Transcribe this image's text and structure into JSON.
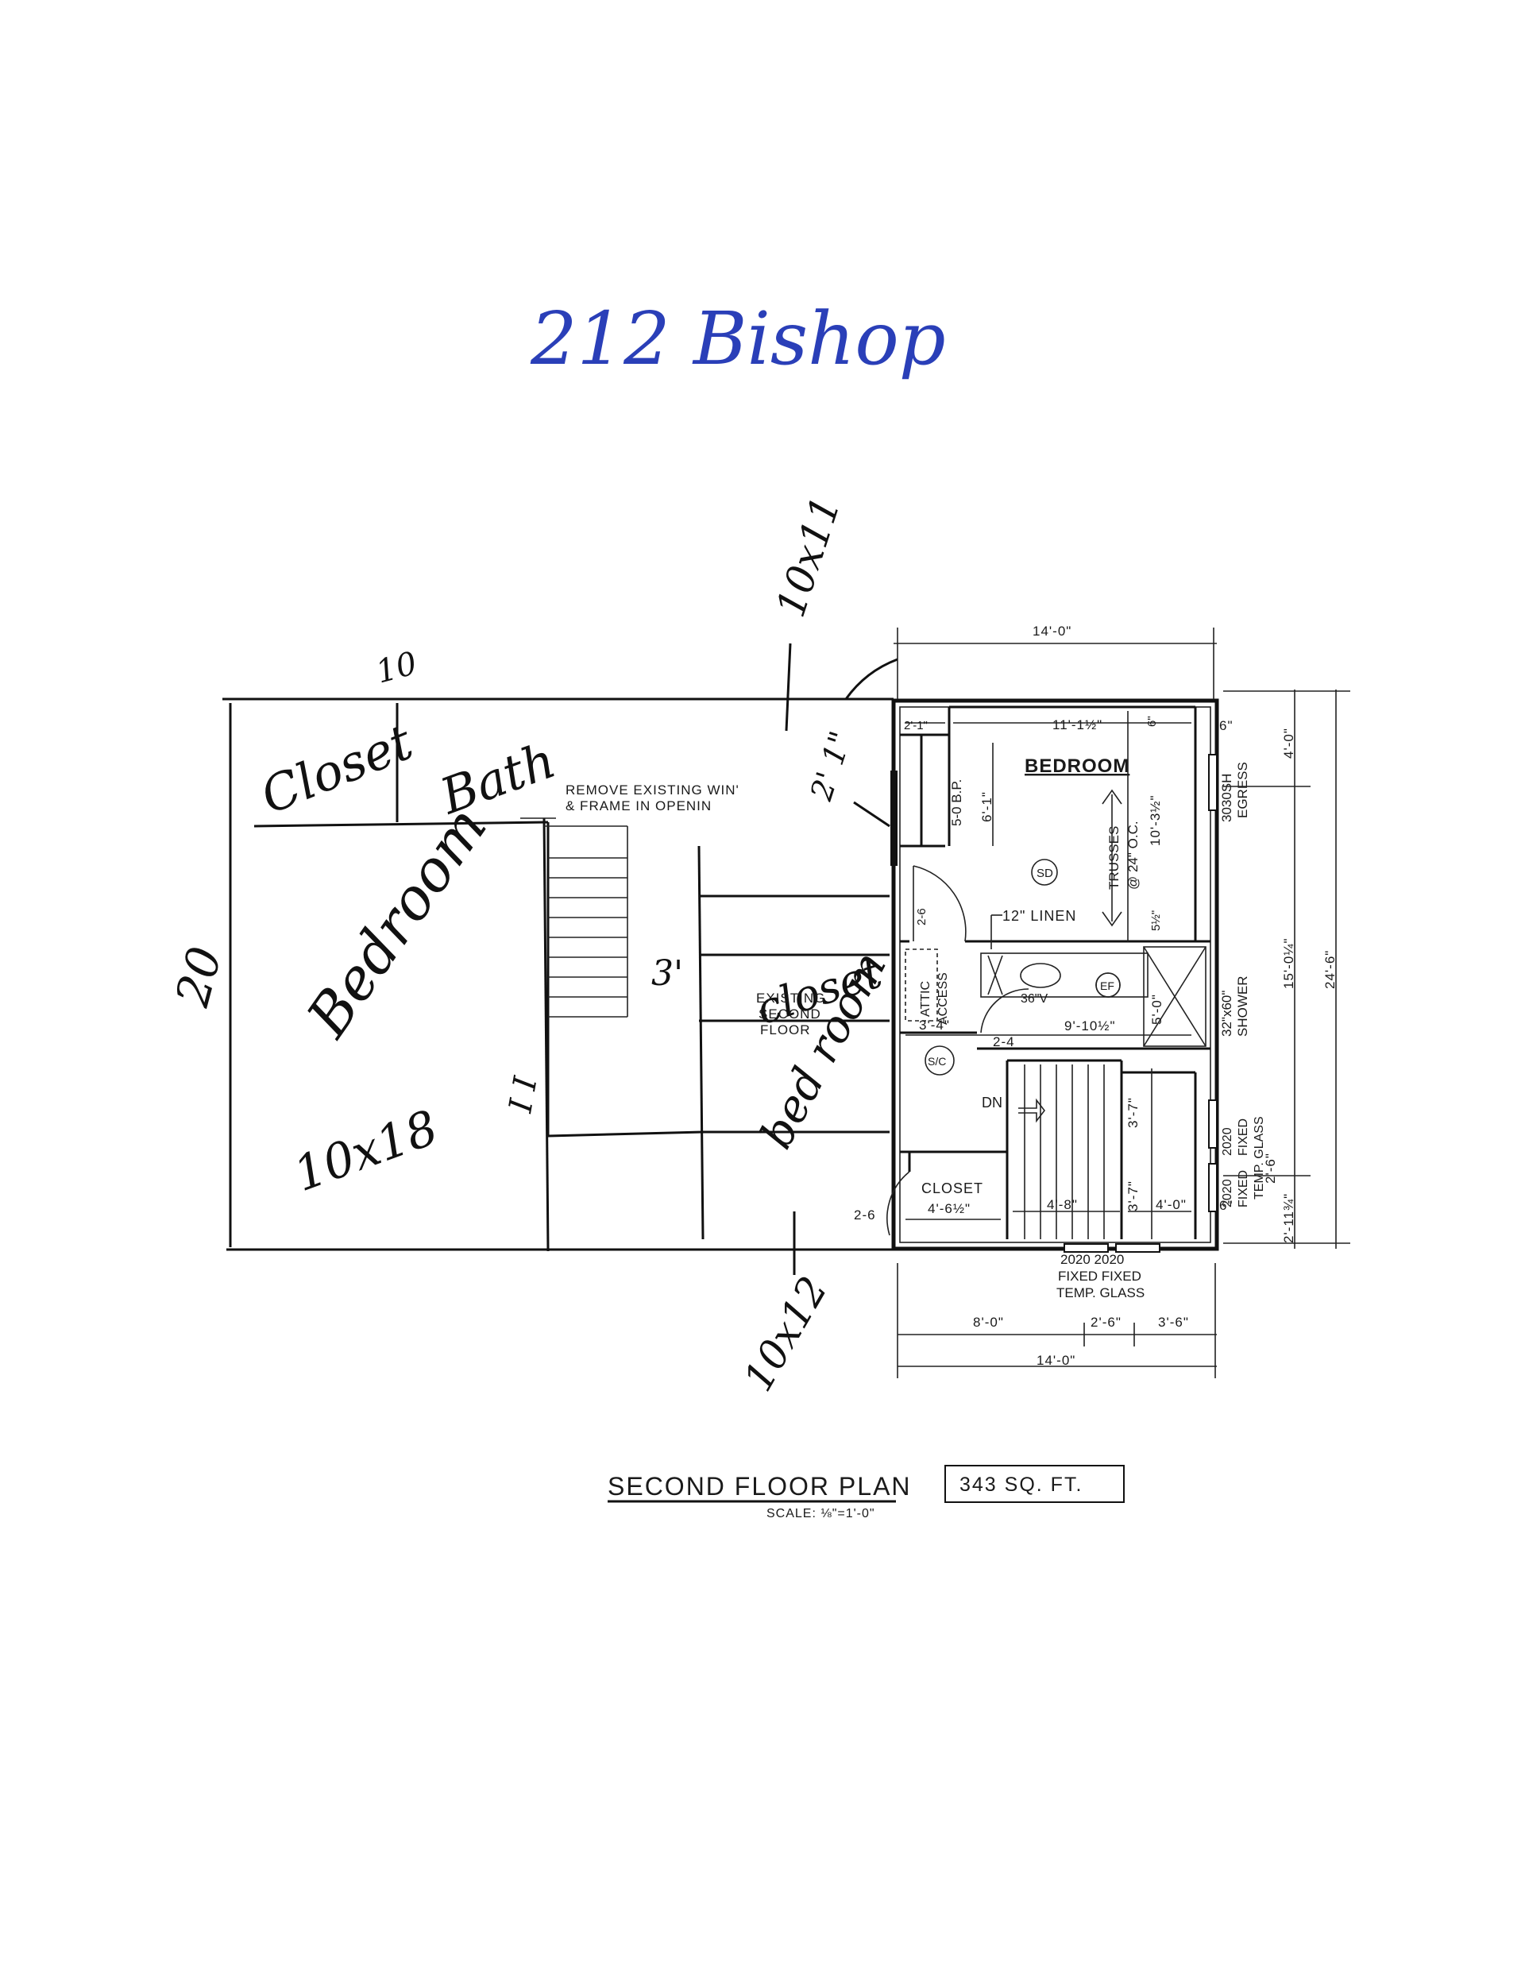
{
  "header": {
    "address_note": "212 Bishop"
  },
  "sketch": {
    "room_closet": "Closet",
    "room_bath": "Bath",
    "room_bedroom": "Bedroom",
    "bedroom_size": "10x18",
    "dim_20": "20",
    "dim_10_top": "10",
    "dim_3ft": "3'",
    "closet_note": "closet",
    "bedroom_note": "bed room",
    "top_note": "10x11",
    "bottom_note": "10x12",
    "side_note": "2' 1\""
  },
  "plan": {
    "remove_note_line1": "REMOVE EXISTING WIN'",
    "remove_note_line2": "& FRAME IN OPENIN",
    "existing_line1": "EXISTING",
    "existing_line2": "SECOND",
    "existing_line3": "FLOOR",
    "bedroom_label": "BEDROOM",
    "sd_label": "SD",
    "sc_label": "S/C",
    "ef_label": "EF",
    "linen_label": "12\" LINEN",
    "attic_label": "ATTIC",
    "access_label": "ACCESS",
    "vanity_label": "36\"V",
    "shower_line1": "32\"x60\"",
    "shower_line2": "SHOWER",
    "egress_line1": "3030SH",
    "egress_line2": "EGRESS",
    "trusses_line1": "TRUSSES",
    "trusses_line2": "@ 24\" O.C.",
    "dn_label": "DN",
    "closet_label": "CLOSET",
    "bp_label": "5-0 B.P.",
    "window_right_line1": "2020",
    "window_right_line2": "FIXED",
    "window_right_line3": "TEMP. GLASS",
    "window_bottom_line1": "2020  2020",
    "window_bottom_line2": "FIXED  FIXED",
    "window_bottom_line3": "TEMP. GLASS"
  },
  "dimensions": {
    "top_width": "14'-0\"",
    "bottom_width": "14'-0\"",
    "bottom_seg1": "8'-0\"",
    "bottom_seg2": "2'-6\"",
    "bottom_seg3": "3'-6\"",
    "right_total": "24'-6\"",
    "right_seg1": "4'-0\"",
    "right_seg2": "15'-0¼\"",
    "right_seg3": "2'-11¾\"",
    "right_seg4": "2'-6\"",
    "right_6a": "6\"",
    "right_6b": "6\"",
    "d_2_1": "2'-1\"",
    "d_11_1": "11'-1½\"",
    "d_6": "6\"",
    "d_6_1": "6'-1\"",
    "d_10_3": "10'-3½\"",
    "d_5_half": "5½\"",
    "d_2_6a": "2-6",
    "d_3_4": "3'-4\"",
    "d_2_4": "2-4",
    "d_9_10": "9'-10½\"",
    "d_5_0": "5'-0\"",
    "d_3_7a": "3'-7\"",
    "d_3_7b": "3'-7\"",
    "d_4_8": "4'-8\"",
    "d_4_0": "4'-0\"",
    "d_4_6": "4'-6½\"",
    "d_2_6b": "2-6"
  },
  "title_block": {
    "title": "SECOND FLOOR PLAN",
    "scale": "SCALE: ⅛\"=1'-0\"",
    "area": "343 SQ. FT."
  }
}
